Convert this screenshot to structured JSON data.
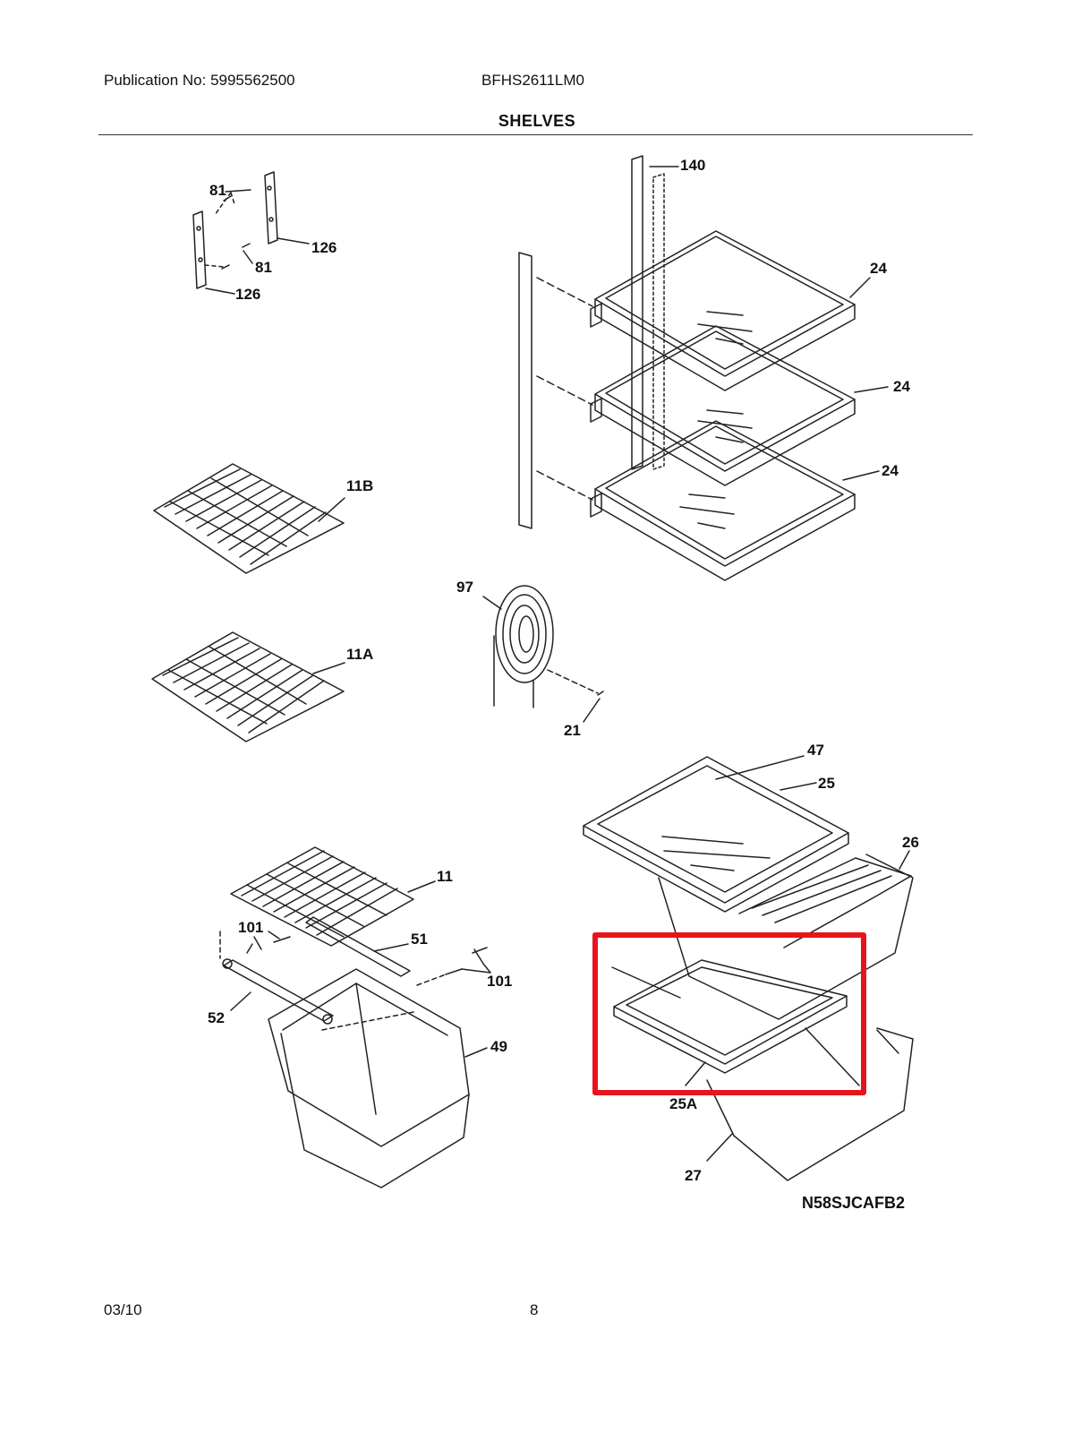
{
  "header": {
    "publication": "Publication No: 5995562500",
    "model": "BFHS2611LM0",
    "section_title": "SHELVES"
  },
  "callouts": {
    "c140": "140",
    "c81a": "81",
    "c81b": "81",
    "c126a": "126",
    "c126b": "126",
    "c24a": "24",
    "c24b": "24",
    "c24c": "24",
    "c11B": "11B",
    "c11A": "11A",
    "c97": "97",
    "c21": "21",
    "c47": "47",
    "c25": "25",
    "c26": "26",
    "c11": "11",
    "c101a": "101",
    "c101b": "101",
    "c51": "51",
    "c52": "52",
    "c49": "49",
    "c25A": "25A",
    "c27": "27"
  },
  "diagram_code": "N58SJCAFB2",
  "highlight_color": "#e8141c",
  "footer": {
    "date": "03/10",
    "page": "8"
  }
}
